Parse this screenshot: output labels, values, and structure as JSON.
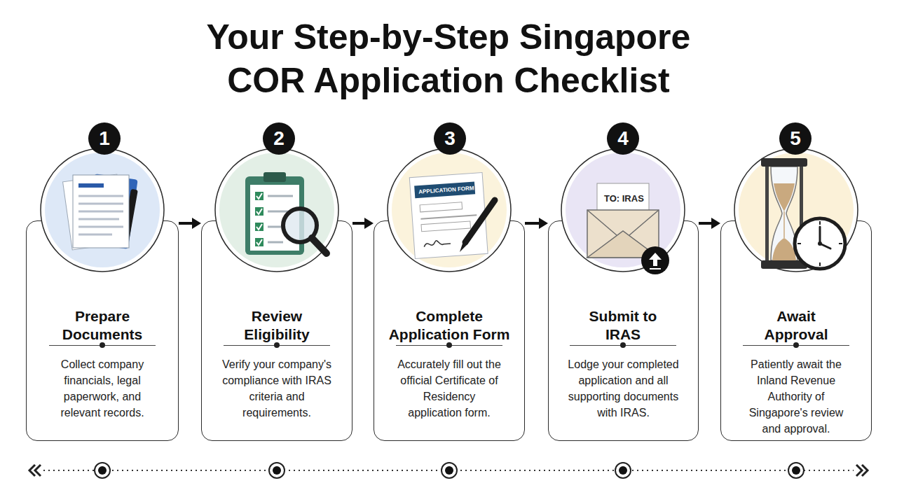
{
  "diagram": {
    "title": "Your Step-by-Step Singapore COR Application Checklist",
    "nodes": [
      {
        "text": [
          "1"
        ]
      },
      {
        "text": [
          "Prepare Documents",
          "Collect company financials, legal paperwork, and relevant records."
        ]
      },
      {
        "text": [
          "2"
        ]
      },
      {
        "text": [
          "Review Eligibility",
          "Verify your company's compliance with IRAS criteria and requirements."
        ]
      },
      {
        "text": [
          "3"
        ]
      },
      {
        "text": [
          "Complete Application Form",
          "Accurately fill out the official Certificate of Residency application form."
        ]
      },
      {
        "text": [
          "4"
        ]
      },
      {
        "text": [
          "Submit to IRAS",
          "Lodge your completed application and all supporting documents with IRAS."
        ]
      },
      {
        "text": [
          "5"
        ]
      },
      {
        "text": [
          "Await Approval",
          "Patiently await the Inland Revenue Authority of Singapore's review and approval."
        ]
      }
    ],
    "edges": [
      {
        "from": 1,
        "to": 3,
        "arrow": "to"
      },
      {
        "from": 3,
        "to": 5,
        "arrow": "to"
      },
      {
        "from": 5,
        "to": 7,
        "arrow": "to"
      },
      {
        "from": 7,
        "to": 9,
        "arrow": "to"
      }
    ],
    "labels": [
      "APPLICATION FORM",
      "TO: IRAS"
    ]
  }
}
